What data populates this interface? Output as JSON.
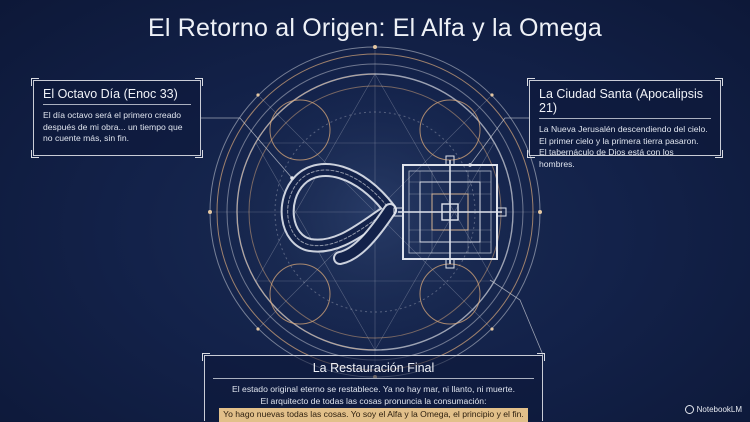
{
  "title": "El Retorno al Origen: El Alfa y la Omega",
  "left_panel": {
    "heading": "El Octavo Día (Enoc 33)",
    "body": "El día octavo será el primero creado después de mi obra... un tiempo que no cuente más, sin fin."
  },
  "right_panel": {
    "heading": "La Ciudad Santa (Apocalipsis 21)",
    "lines": [
      "La Nueva Jerusalén descendiendo del cielo.",
      "El primer cielo y la primera tierra pasaron.",
      "El tabernáculo de Dios está con los hombres."
    ]
  },
  "bottom_panel": {
    "heading": "La Restauración Final",
    "lines": [
      "El estado original eterno se restablece. Ya no hay mar, ni llanto, ni muerte.",
      "El arquitecto de todas las cosas pronuncia la consumación:"
    ],
    "highlight": "Yo hago nuevas todas las cosas. Yo soy el Alfa y la Omega, el principio y el fin."
  },
  "watermark": "NotebookLM",
  "colors": {
    "background": "#13224a",
    "line_art": "#c9ccd6",
    "gold_accent": "#d9a87a",
    "highlight": "#e2c08a"
  }
}
